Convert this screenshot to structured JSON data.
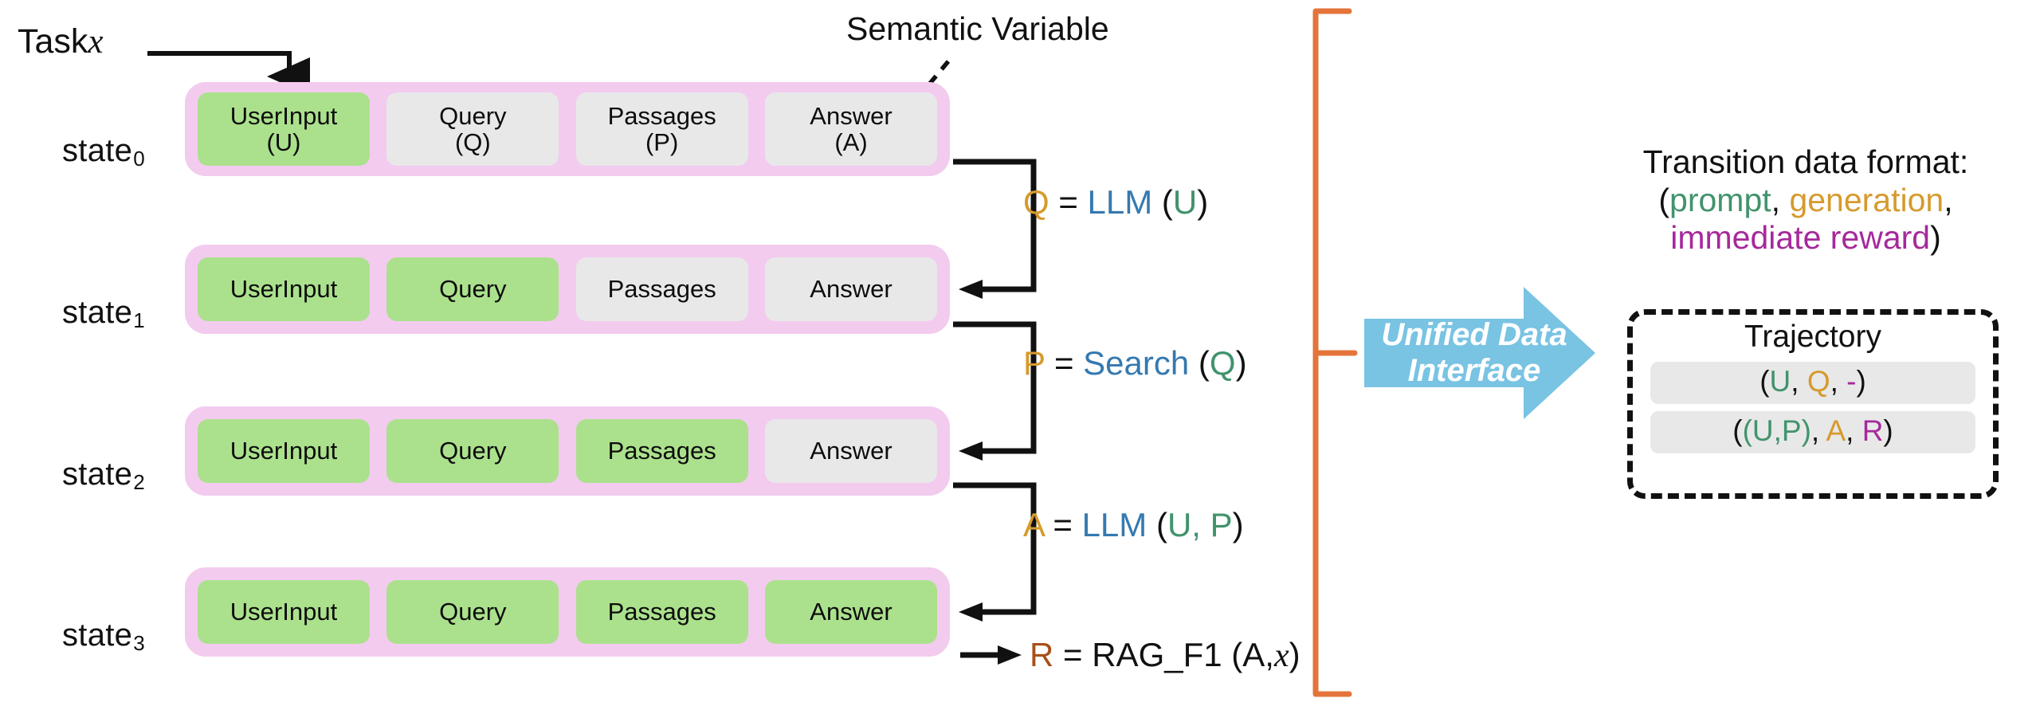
{
  "colors": {
    "row_background": "#f3cbef",
    "box_inactive": "#e8e8e8",
    "box_active": "#abe18c",
    "generated_var": "#d69a2d",
    "function_name": "#3579b0",
    "input_var": "#41936c",
    "reward_var": "#a8501a",
    "reward_text": "#a6299b",
    "prompt_text": "#41936c",
    "bracket": "#e4743a",
    "arrow_fill": "#79c3e3"
  },
  "task": {
    "label": "Task",
    "variable": "x"
  },
  "callout": {
    "semantic_variable": "Semantic Variable"
  },
  "states": [
    {
      "label": "state",
      "index": "0",
      "slots": [
        {
          "name": "UserInput",
          "abbr": "(U)",
          "active": true
        },
        {
          "name": "Query",
          "abbr": "(Q)",
          "active": false
        },
        {
          "name": "Passages",
          "abbr": "(P)",
          "active": false
        },
        {
          "name": "Answer",
          "abbr": "(A)",
          "active": false
        }
      ]
    },
    {
      "label": "state",
      "index": "1",
      "slots": [
        {
          "name": "UserInput",
          "abbr": "",
          "active": true
        },
        {
          "name": "Query",
          "abbr": "",
          "active": true
        },
        {
          "name": "Passages",
          "abbr": "",
          "active": false
        },
        {
          "name": "Answer",
          "abbr": "",
          "active": false
        }
      ]
    },
    {
      "label": "state",
      "index": "2",
      "slots": [
        {
          "name": "UserInput",
          "abbr": "",
          "active": true
        },
        {
          "name": "Query",
          "abbr": "",
          "active": true
        },
        {
          "name": "Passages",
          "abbr": "",
          "active": true
        },
        {
          "name": "Answer",
          "abbr": "",
          "active": false
        }
      ]
    },
    {
      "label": "state",
      "index": "3",
      "slots": [
        {
          "name": "UserInput",
          "abbr": "",
          "active": true
        },
        {
          "name": "Query",
          "abbr": "",
          "active": true
        },
        {
          "name": "Passages",
          "abbr": "",
          "active": true
        },
        {
          "name": "Answer",
          "abbr": "",
          "active": true
        }
      ]
    }
  ],
  "equations": [
    {
      "output": "Q",
      "eq": "=",
      "fn": "LLM",
      "open": "(",
      "args": "U",
      "close": ")"
    },
    {
      "output": "P",
      "eq": "=",
      "fn": "Search",
      "open": "(",
      "args": "Q",
      "close": ")"
    },
    {
      "output": "A",
      "eq": "=",
      "fn": "LLM",
      "open": "(",
      "args": "U, P",
      "close": ")"
    },
    {
      "output": "R",
      "eq": "=",
      "fn": "RAG_F1",
      "open": "(",
      "args": "A,",
      "arg_italic": "x",
      "close": ")"
    }
  ],
  "unified_interface": {
    "line1": "Unified Data",
    "line2": "Interface"
  },
  "panel": {
    "title": "Transition data format:",
    "format_open": "(",
    "format_prompt": "prompt",
    "format_sep1": ", ",
    "format_generation": "generation",
    "format_sep2": ",",
    "format_reward": "immediate reward",
    "format_close": ")",
    "trajectory_title": "Trajectory",
    "trajectory_rows": [
      {
        "open": "(",
        "prompt": "U",
        "sep1": ", ",
        "generation": "Q",
        "sep2": ", ",
        "reward": "-",
        "close": ")"
      },
      {
        "open": "(",
        "prompt": "(U,P)",
        "sep1": ", ",
        "generation": "A",
        "sep2": ", ",
        "reward": "R",
        "close": ")"
      }
    ]
  }
}
